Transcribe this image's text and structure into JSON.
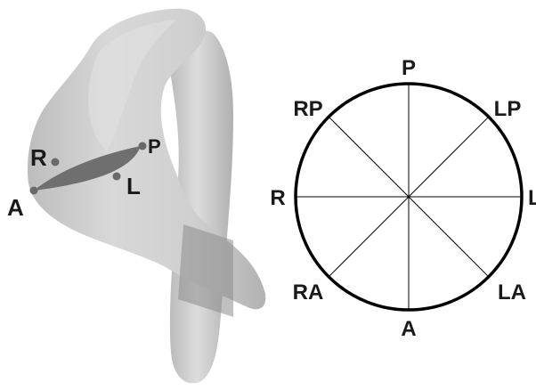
{
  "anatomy": {
    "point_labels": {
      "R": "R",
      "A": "A",
      "L": "L",
      "P": "P"
    }
  },
  "orientation_circle": {
    "labels": {
      "top": "P",
      "top_right": "LP",
      "right": "L",
      "bottom_right": "LA",
      "bottom": "A",
      "bottom_left": "RA",
      "left": "R",
      "top_left": "RP"
    },
    "spokes_deg": [
      0,
      45,
      90,
      135
    ]
  },
  "colors": {
    "vessel_fill": "#cfcfcf",
    "vessel_shadow": "#b5b5b5",
    "plane_fill": "#6f6f6f",
    "outline": "#000000",
    "text": "#1a1a1a"
  }
}
